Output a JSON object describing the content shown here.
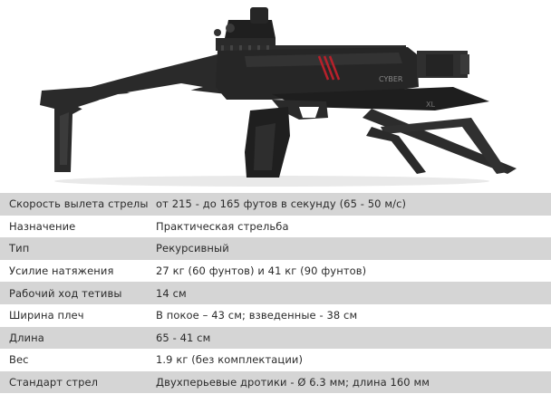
{
  "product": {
    "body_mark": "CYBER",
    "limb_mark": "XL"
  },
  "specs": [
    {
      "name": "Скорость вылета стрелы",
      "value": "от 215 - до 165 футов в секунду (65 - 50 м/с)"
    },
    {
      "name": "Назначение",
      "value": "Практическая стрельба"
    },
    {
      "name": "Тип",
      "value": "Рекурсивный"
    },
    {
      "name": "Усилие натяжения",
      "value": "27 кг (60 фунтов) и 41 кг (90 фунтов)"
    },
    {
      "name": "Рабочий ход тетивы",
      "value": "14 см"
    },
    {
      "name": "Ширина плеч",
      "value": "В покое – 43 см; взведенные - 38 см"
    },
    {
      "name": "Длина",
      "value": "65 - 41 см"
    },
    {
      "name": "Вес",
      "value": "1.9 кг (без комплектации)"
    },
    {
      "name": "Стандарт стрел",
      "value": "Двухперьевые дротики - Ø 6.3 мм; длина 160 мм"
    }
  ]
}
